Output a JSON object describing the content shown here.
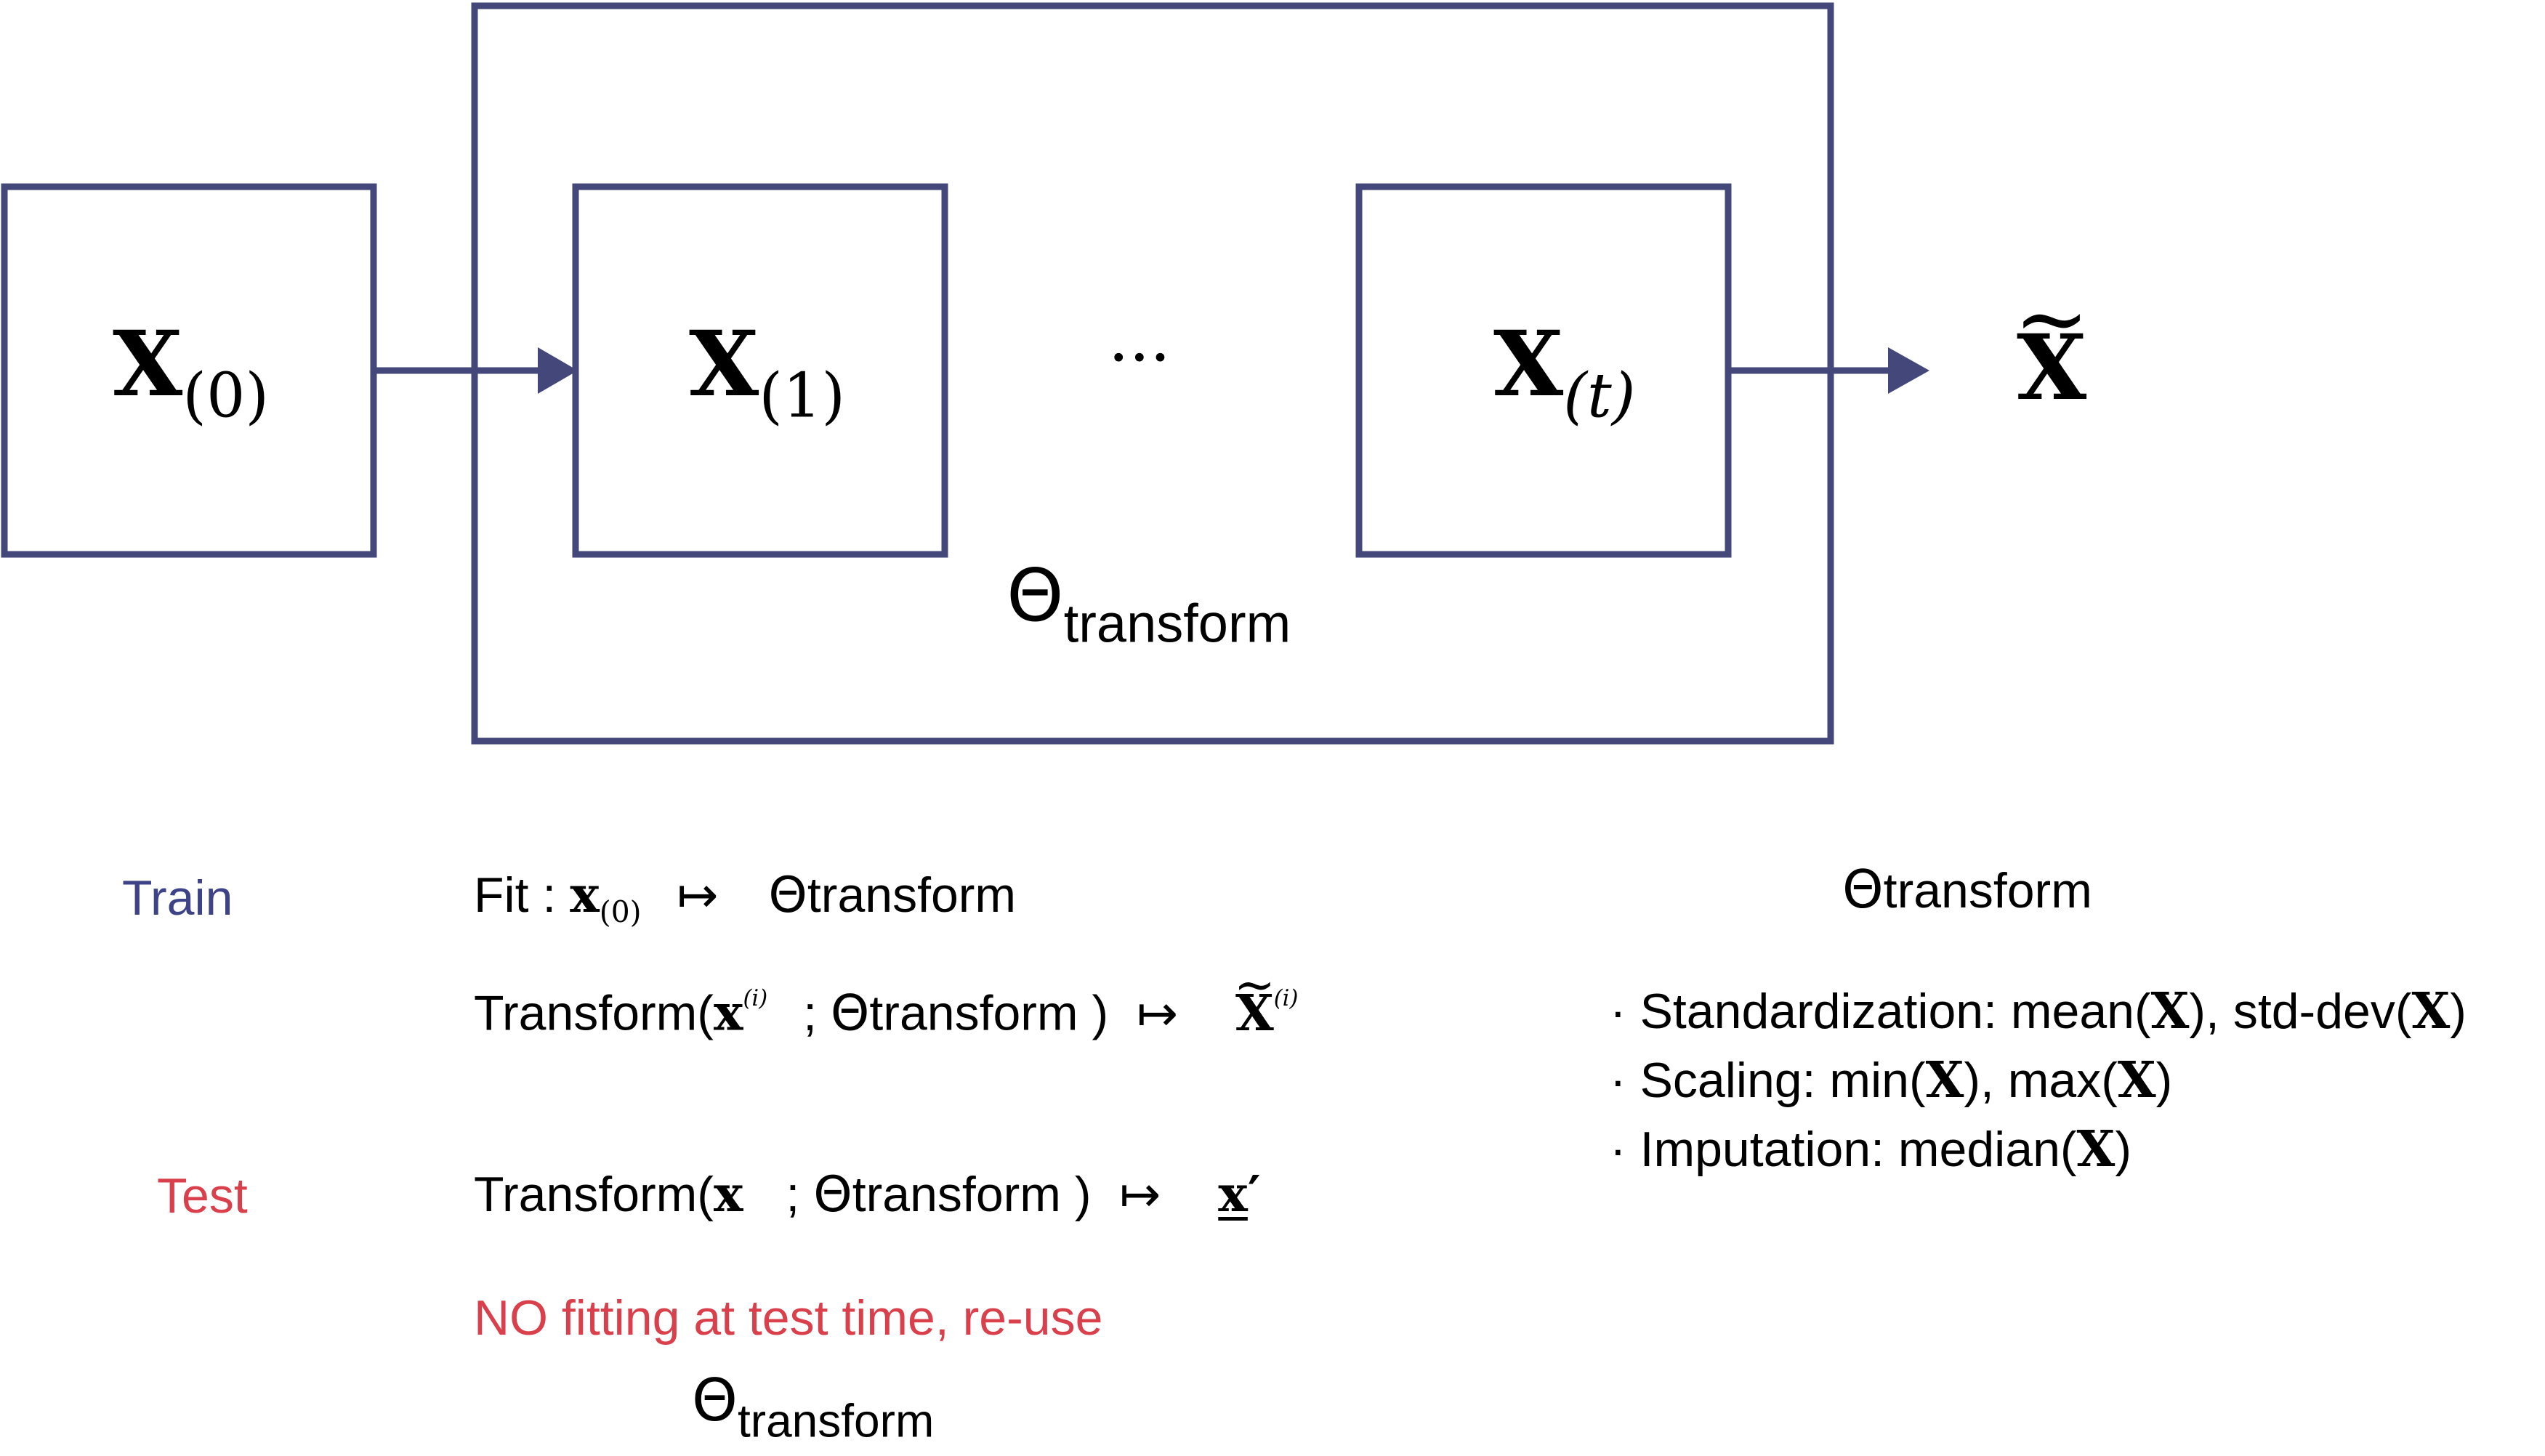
{
  "colors": {
    "box_stroke": "#44477a",
    "train": "#3d4386",
    "test": "#d9404b",
    "text": "#000000"
  },
  "diagram": {
    "boxes": [
      {
        "symbol": "X",
        "index": "(0)"
      },
      {
        "symbol": "X",
        "index": "(1)"
      },
      {
        "symbol": "X",
        "index": "(t)"
      }
    ],
    "ellipsis": "···",
    "output_symbol": "X",
    "output_tilde": "~",
    "container_param": {
      "theta": "Θ",
      "sub": "transform"
    }
  },
  "train": {
    "label": "Train",
    "fit": {
      "prefix": "Fit :",
      "x": "x",
      "sub": "(0)",
      "arrow": "↦",
      "theta": "Θ",
      "theta_sub": "transform"
    },
    "transform": {
      "prefix": "Transform(",
      "x": "x",
      "sup": "(i)",
      "sep": ";",
      "theta": "Θ",
      "theta_sub": "transform",
      "close": ")",
      "arrow": "↦",
      "out": "X",
      "out_tilde": "~",
      "out_sup": "(i)"
    }
  },
  "test": {
    "label": "Test",
    "transform": {
      "prefix": "Transform(",
      "x": "x",
      "sep": ";",
      "theta": "Θ",
      "theta_sub": "transform",
      "close": ")",
      "arrow": "↦",
      "out": "x",
      "prime": "′"
    },
    "note": "NO fitting at test time, re-use",
    "note_theta": "Θ",
    "note_theta_sub": "transform"
  },
  "params": {
    "heading_theta": "Θ",
    "heading_sub": "transform",
    "items": [
      {
        "bullet": "·",
        "text": "Standardization: mean(",
        "x1": "X",
        "mid": "), std-dev(",
        "x2": "X",
        "end": ")"
      },
      {
        "bullet": "·",
        "text": "Scaling: min(",
        "x1": "X",
        "mid": "), max(",
        "x2": "X",
        "end": ")"
      },
      {
        "bullet": "·",
        "text": "Imputation: median(",
        "x1": "X",
        "mid": ")",
        "x2": "",
        "end": ""
      }
    ]
  }
}
